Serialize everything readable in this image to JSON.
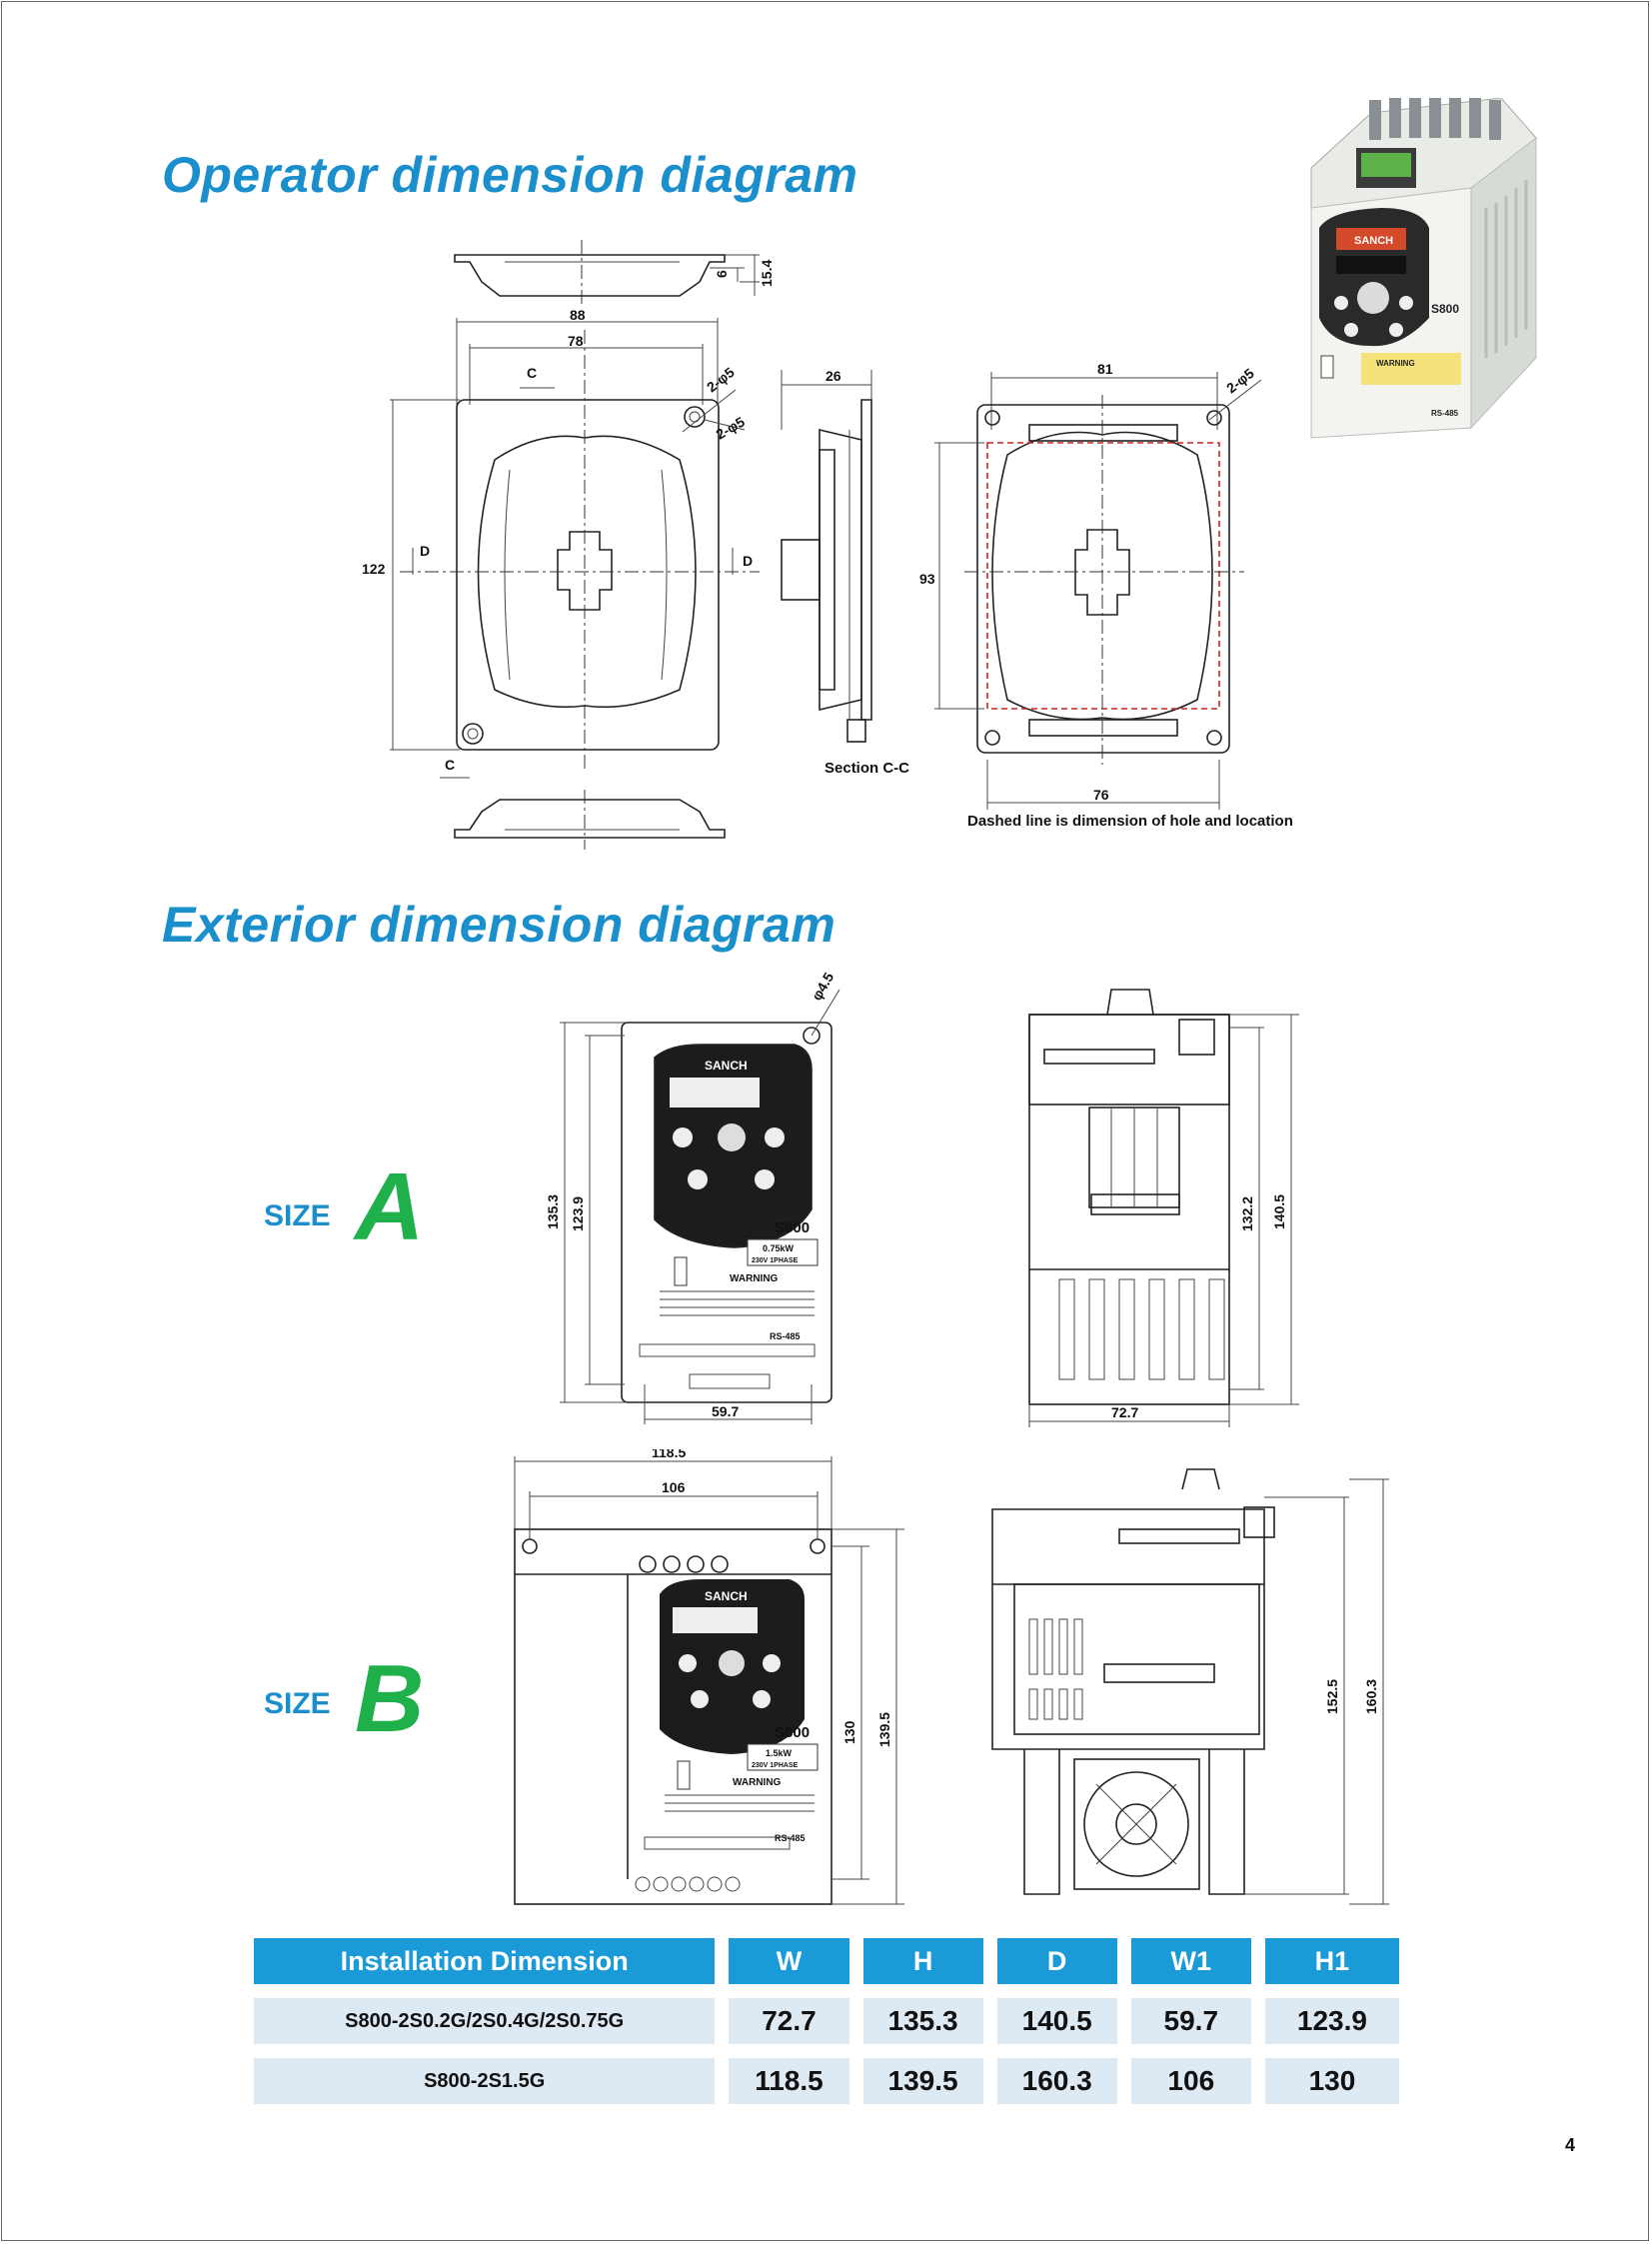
{
  "titles": {
    "operator": "Operator dimension diagram",
    "exterior": "Exterior dimension diagram"
  },
  "operator_diagram": {
    "dims": {
      "w88": "88",
      "w78": "78",
      "h122": "122",
      "d26": "26",
      "d15_4": "15.4",
      "d6": "6",
      "hole2": "2-φ5",
      "hole2b": "2-φ5",
      "w81": "81",
      "h93": "93",
      "w76": "76",
      "hole3": "2-φ5",
      "c_top": "C",
      "c_bottom": "C",
      "d_left": "D",
      "d_right": "D"
    },
    "section_label": "Section C-C",
    "note": "Dashed line is dimension of hole and location"
  },
  "size_a": {
    "label": "SIZE",
    "letter": "A",
    "dims": {
      "hole": "φ4.5",
      "h135_3": "135.3",
      "h123_9": "123.9",
      "w59_7": "59.7",
      "h132_2": "132.2",
      "d140_5": "140.5",
      "w72_7": "72.7"
    },
    "panel": {
      "brand": "SANCH",
      "model": "S800",
      "rating": "0.75kW",
      "phase": "230V 1PHASE",
      "warning": "WARNING",
      "rs485": "RS-485"
    }
  },
  "size_b": {
    "label": "SIZE",
    "letter": "B",
    "dims": {
      "w118_5": "118.5",
      "w106": "106",
      "h130": "130",
      "h139_5": "139.5",
      "h152_5": "152.5",
      "d160_3": "160.3"
    },
    "panel": {
      "brand": "SANCH",
      "model": "S800",
      "rating": "1.5kW",
      "phase": "230V 1PHASE",
      "warning": "WARNING",
      "rs485": "RS-485"
    }
  },
  "photo": {
    "brand": "SANCH",
    "model": "S800",
    "warning": "WARNING",
    "rs485": "RS-485"
  },
  "table": {
    "headers": [
      "Installation Dimension",
      "W",
      "H",
      "D",
      "W1",
      "H1"
    ],
    "rows": [
      [
        "S800-2S0.2G/2S0.4G/2S0.75G",
        "72.7",
        "135.3",
        "140.5",
        "59.7",
        "123.9"
      ],
      [
        "S800-2S1.5G",
        "118.5",
        "139.5",
        "160.3",
        "106",
        "130"
      ]
    ]
  },
  "page_number": "4"
}
